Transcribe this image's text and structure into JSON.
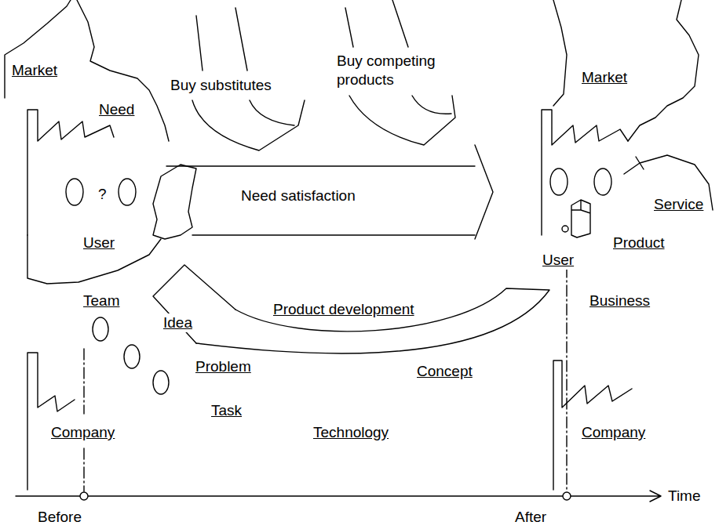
{
  "diagram": {
    "labels": [
      "Market",
      "Need",
      "Buy substitutes",
      "Buy competing products",
      "Market",
      "?",
      "Need satisfaction",
      "Service",
      "User",
      "Product",
      "User",
      "Team",
      "Business",
      "Idea",
      "Product development",
      "Problem",
      "Concept",
      "Task",
      "Company",
      "Technology",
      "Company",
      "Time",
      "Before",
      "After"
    ]
  }
}
